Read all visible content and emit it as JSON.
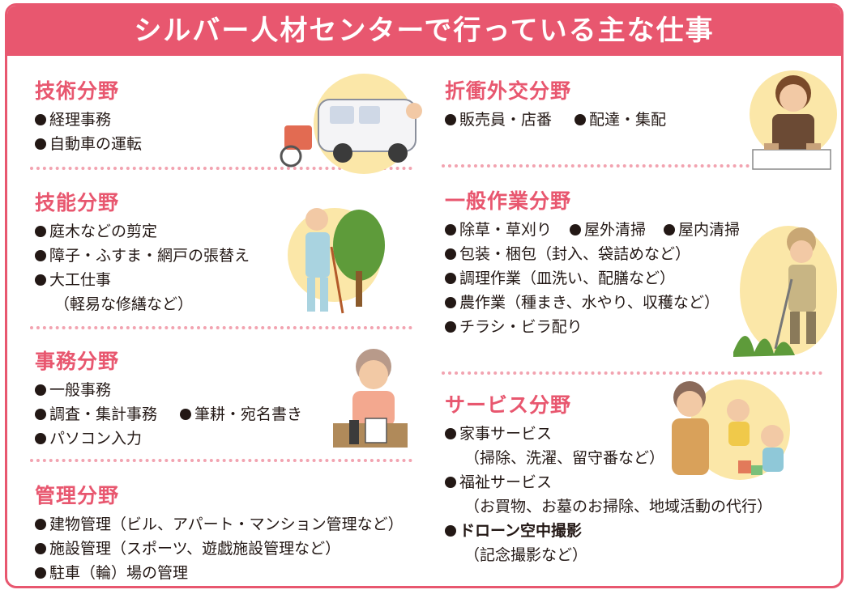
{
  "title": "シルバー人材センターで行っている主な仕事",
  "sections": {
    "gijutsu": {
      "title": "技術分野",
      "items": [
        "経理事務",
        "自動車の運転"
      ]
    },
    "ginou": {
      "title": "技能分野",
      "items": [
        "庭木などの剪定",
        "障子・ふすま・網戸の張替え",
        "大工仕事"
      ],
      "sub": "（軽易な修繕など）"
    },
    "jimu": {
      "title": "事務分野",
      "items": [
        "一般事務",
        "調査・集計事務",
        "筆耕・宛名書き",
        "パソコン入力"
      ]
    },
    "kanri": {
      "title": "管理分野",
      "items": [
        "建物管理（ビル、アパート・マンション管理など）",
        "施設管理（スポーツ、遊戯施設管理など）",
        "駐車（輪）場の管理"
      ]
    },
    "sesshou": {
      "title": "折衝外交分野",
      "items": [
        "販売員・店番",
        "配達・集配"
      ]
    },
    "ippan": {
      "title": "一般作業分野",
      "items": [
        "除草・草刈り",
        "屋外清掃",
        "屋内清掃",
        "包装・梱包（封入、袋詰めなど）",
        "調理作業（皿洗い、配膳など）",
        "農作業（種まき、水やり、収穫など）",
        "チラシ・ビラ配り"
      ]
    },
    "service": {
      "title": "サービス分野",
      "items": [
        "家事サービス",
        "福祉サービス",
        "ドローン空中撮影"
      ],
      "subs": [
        "（掃除、洗濯、留守番など）",
        "（お買物、お墓のお掃除、地域活動の代行）",
        "（記念撮影など）"
      ]
    }
  },
  "colors": {
    "accent": "#e8576f",
    "dots": "#f2a3b0",
    "text": "#231815",
    "illustration_bg": "#fbe7a8"
  }
}
